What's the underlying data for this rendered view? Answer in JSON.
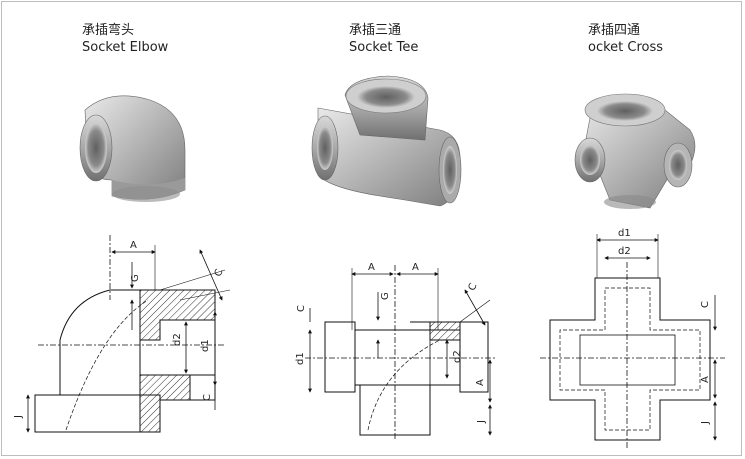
{
  "products": [
    {
      "title_cn": "承插弯头",
      "title_en": "Socket Elbow"
    },
    {
      "title_cn": "承插三通",
      "title_en": "Socket Tee"
    },
    {
      "title_cn": "承插四通",
      "title_en": "ocket Cross"
    }
  ],
  "elbow_labels": {
    "a": "A",
    "g": "G",
    "c": "C",
    "d2": "d2",
    "d1": "d1",
    "c2": "C",
    "j": "J"
  },
  "tee_labels": {
    "a1": "A",
    "a2": "A",
    "g": "G",
    "c": "C",
    "c_left": "C",
    "d1": "d1",
    "d2": "d2",
    "a3": "A",
    "j": "J"
  },
  "cross_labels": {
    "d1": "d1",
    "d2": "d2",
    "c": "C",
    "a": "A",
    "j": "J"
  }
}
